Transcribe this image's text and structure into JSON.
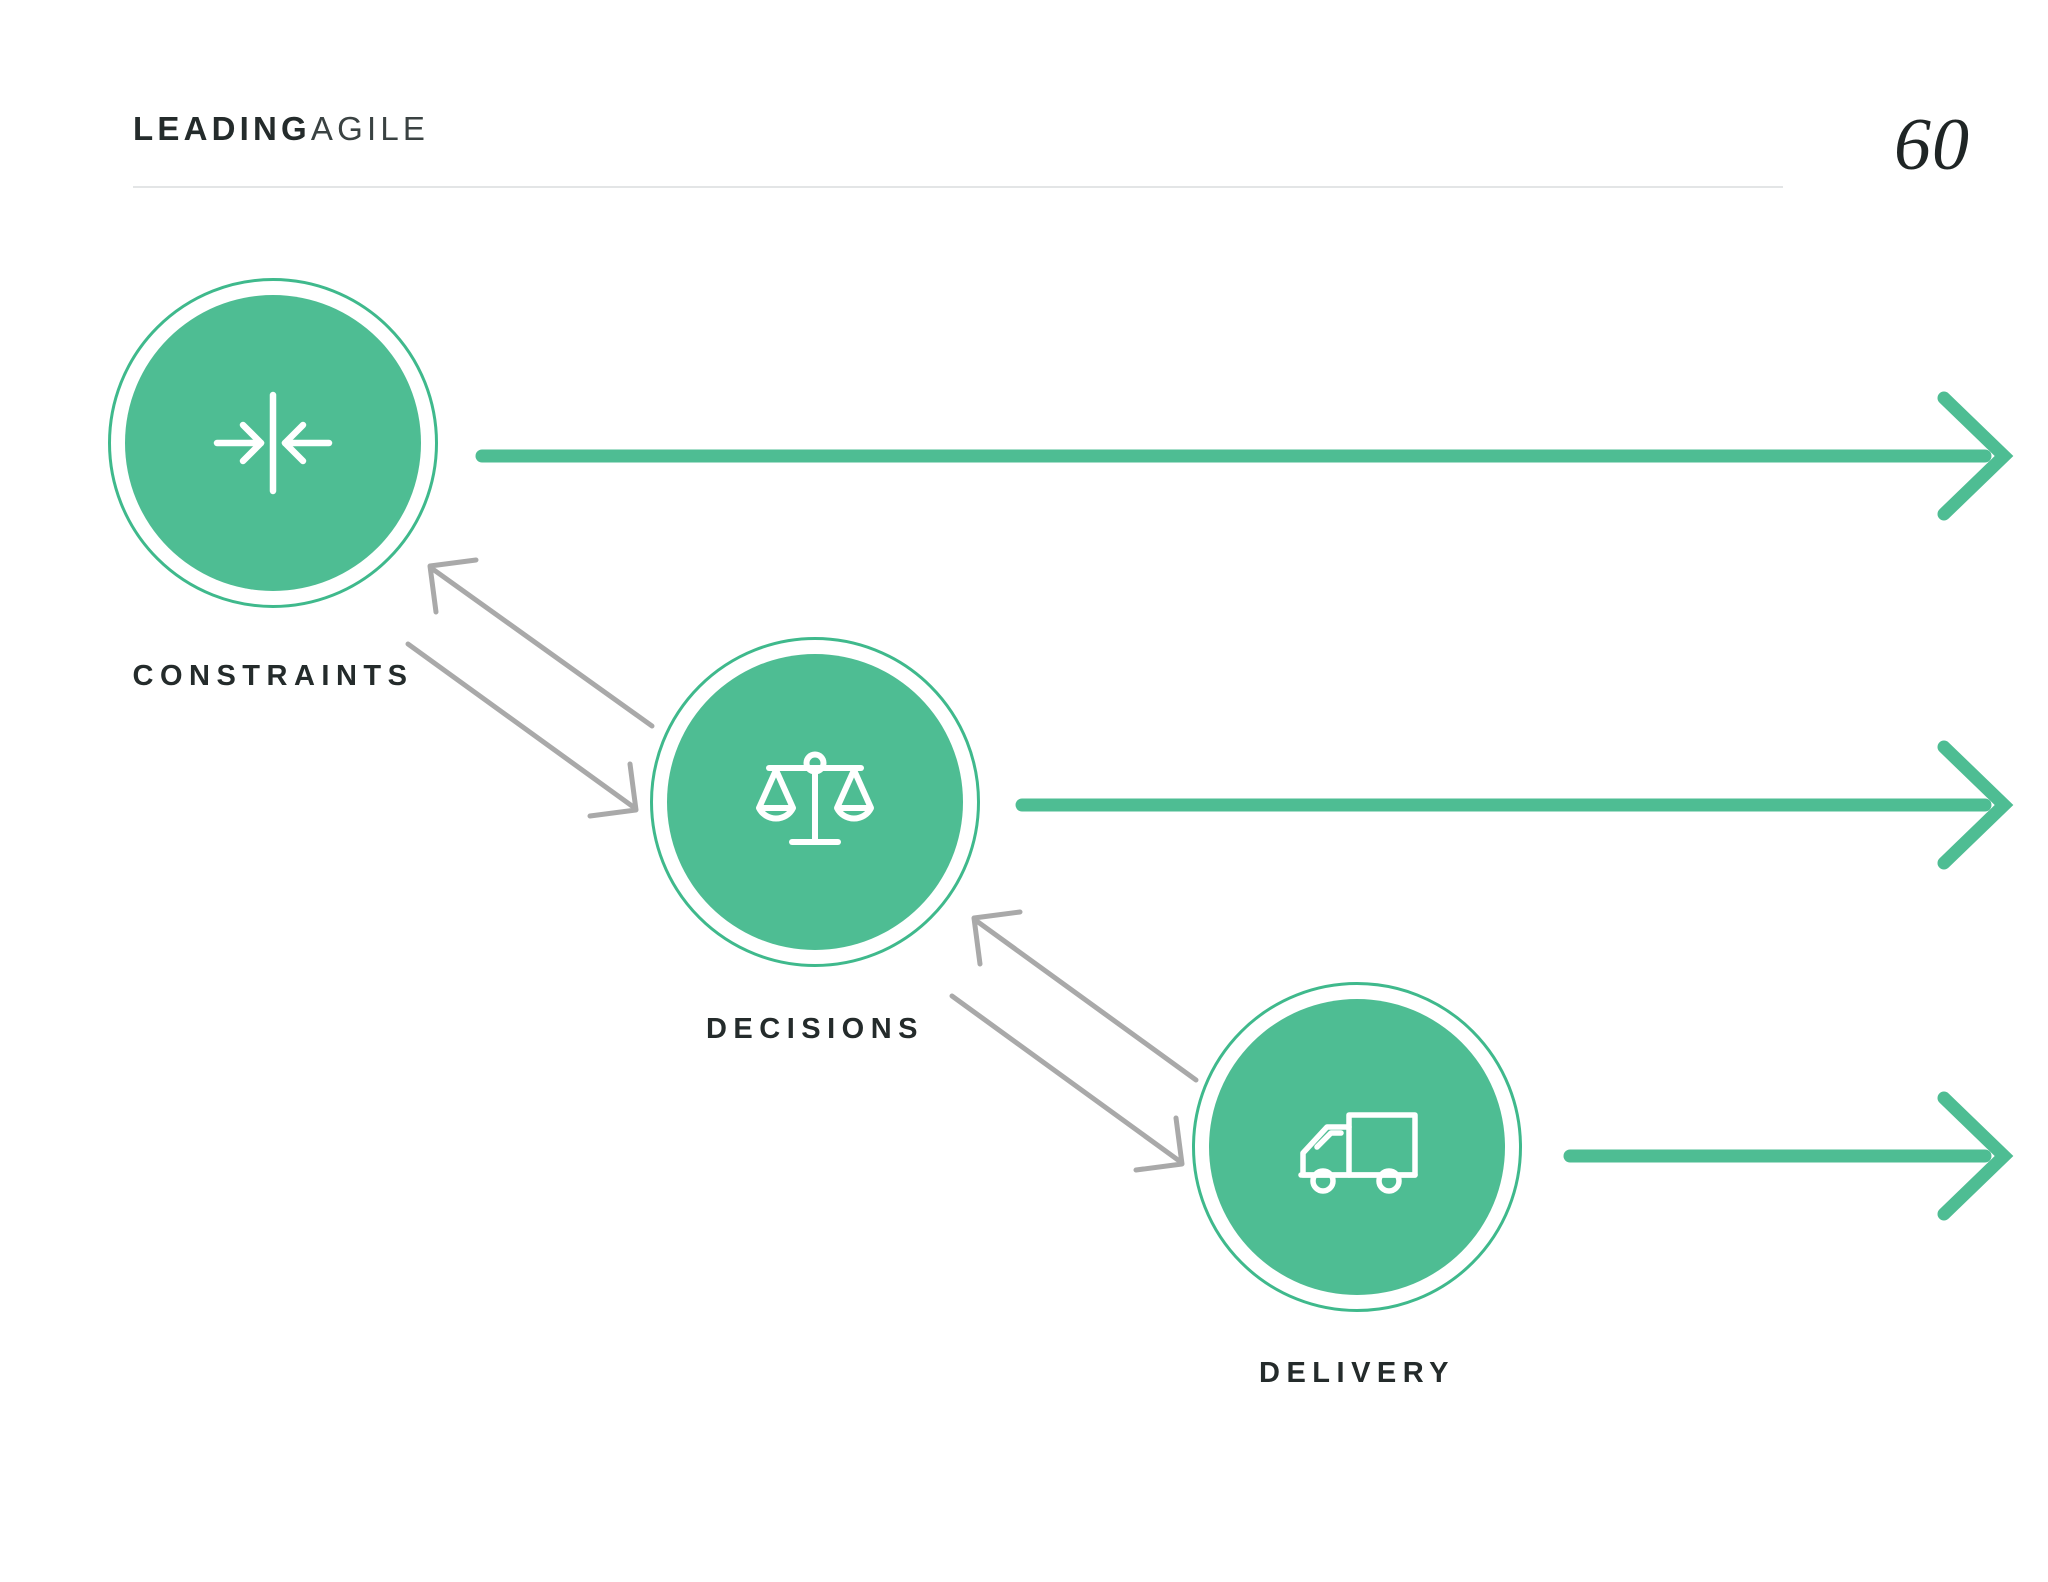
{
  "header": {
    "logo_bold": "LEADING",
    "logo_light": "AGILE",
    "page_number": "60"
  },
  "colors": {
    "green_fill": "#4ebd93",
    "green_ring": "#3fb98c",
    "green_arrow": "#4ebd93",
    "gray_arrow": "#a9a9a9",
    "text_dark": "#242b2b",
    "rule": "#e3e5e6",
    "background": "#ffffff"
  },
  "diagram": {
    "type": "flow-diagram",
    "nodes": [
      {
        "id": "constraints",
        "label": "CONSTRAINTS",
        "icon": "constraints-converge-icon",
        "icon_description": "two arrows converging on a vertical line"
      },
      {
        "id": "decisions",
        "label": "DECISIONS",
        "icon": "balance-scale-icon",
        "icon_description": "balance scale with two pans"
      },
      {
        "id": "delivery",
        "label": "DELIVERY",
        "icon": "delivery-truck-icon",
        "icon_description": "side view of a box delivery truck"
      }
    ],
    "flow_arrows": [
      {
        "id": "constraints-flow",
        "from": "constraints",
        "direction": "right",
        "color": "#4ebd93"
      },
      {
        "id": "decisions-flow",
        "from": "decisions",
        "direction": "right",
        "color": "#4ebd93"
      },
      {
        "id": "delivery-flow",
        "from": "delivery",
        "direction": "right",
        "color": "#4ebd93"
      }
    ],
    "feedback_arrows": [
      {
        "id": "constraints-decisions-down",
        "from": "constraints",
        "to": "decisions",
        "direction": "down-right",
        "color": "#a9a9a9"
      },
      {
        "id": "decisions-constraints-up",
        "from": "decisions",
        "to": "constraints",
        "direction": "up-left",
        "color": "#a9a9a9"
      },
      {
        "id": "decisions-delivery-down",
        "from": "decisions",
        "to": "delivery",
        "direction": "down-right",
        "color": "#a9a9a9"
      },
      {
        "id": "delivery-decisions-up",
        "from": "delivery",
        "to": "decisions",
        "direction": "up-left",
        "color": "#a9a9a9"
      }
    ]
  }
}
